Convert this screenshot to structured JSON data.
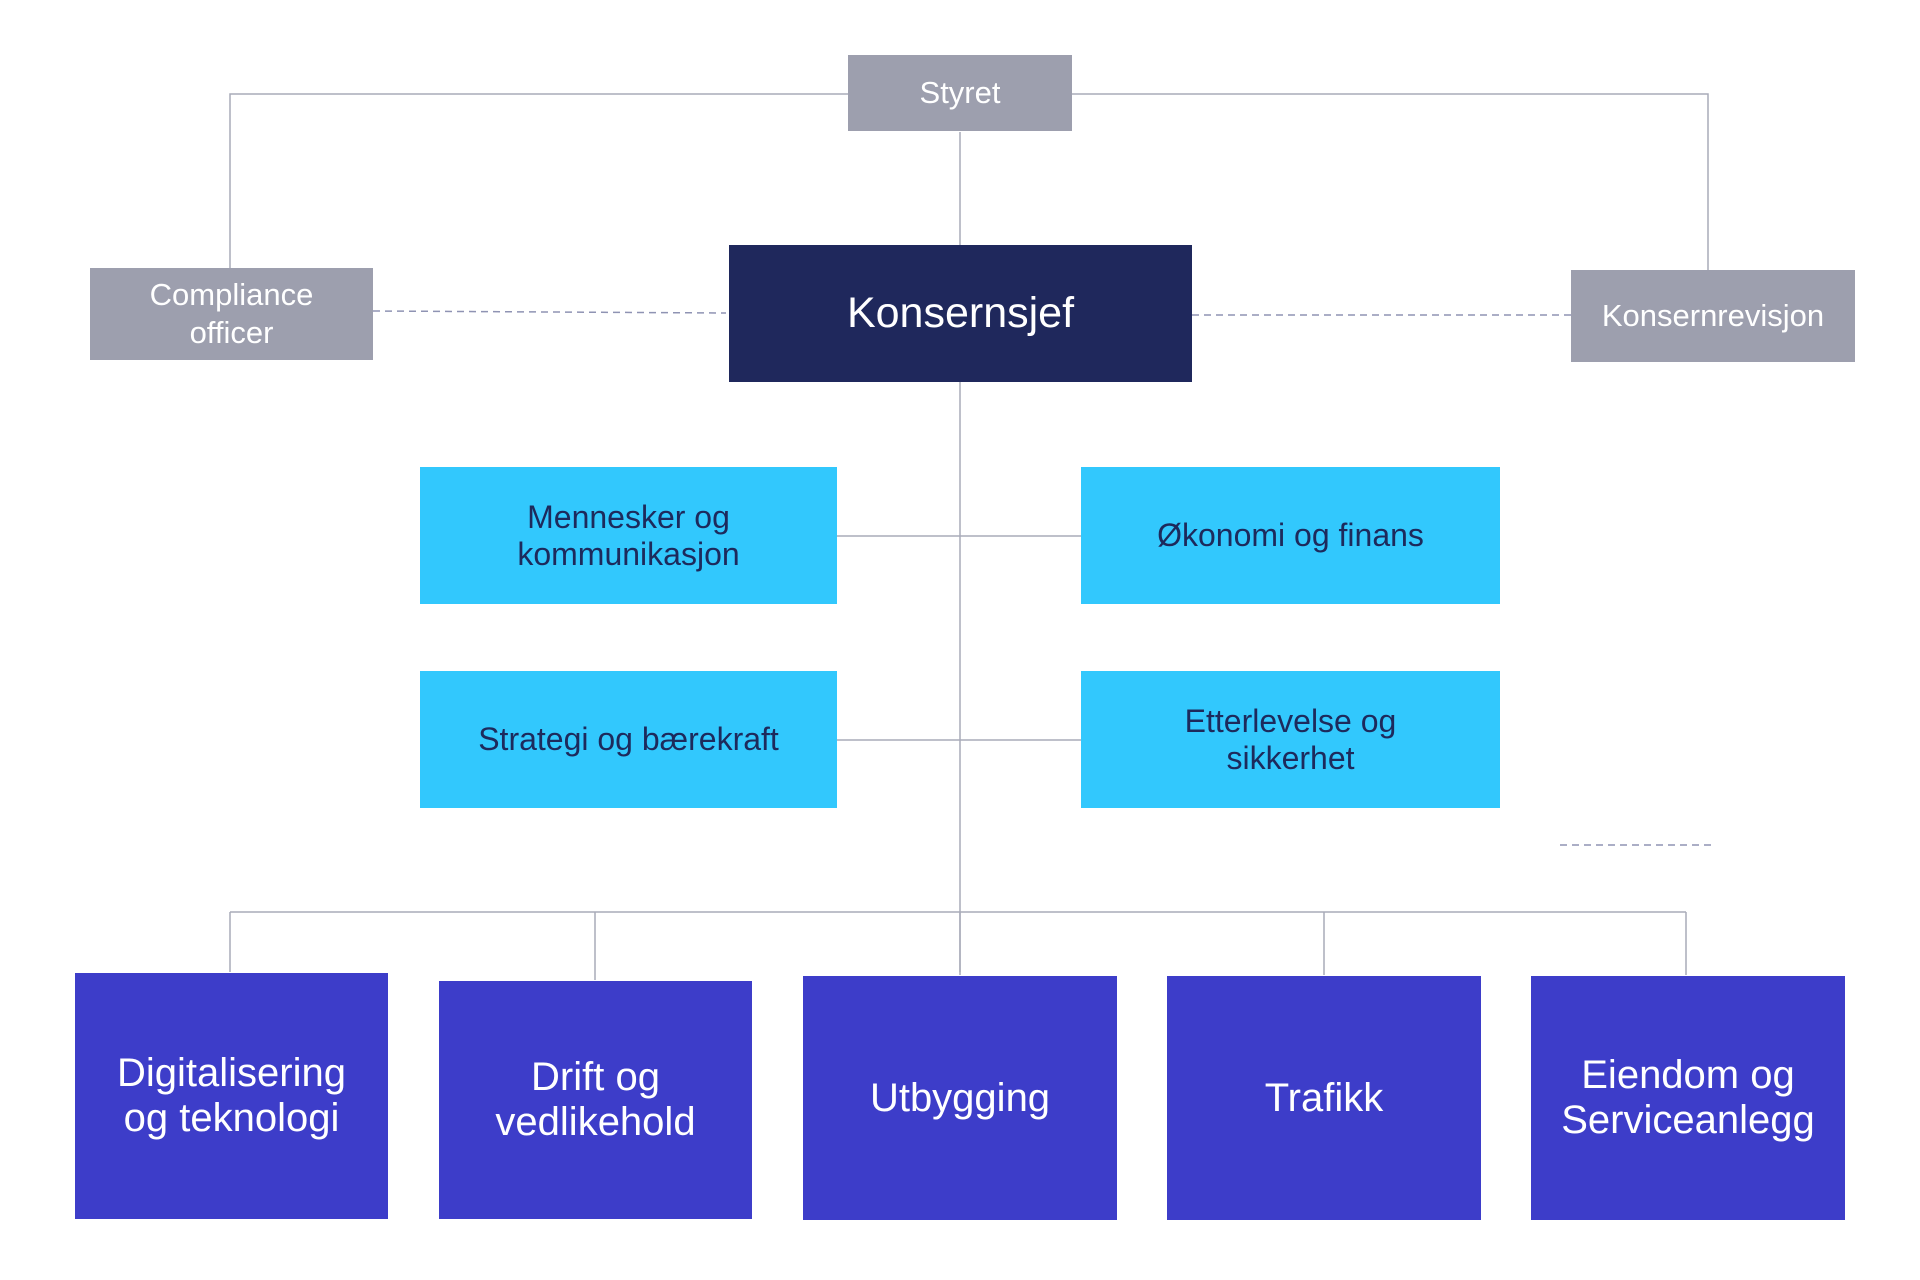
{
  "chart": {
    "board": "Styret",
    "ceo": "Konsernsjef",
    "compliance": "Compliance\nofficer",
    "audit": "Konsernrevisjon",
    "staff": [
      "Mennesker og\nkommunikasjon",
      "Økonomi og finans",
      "Strategi og bærekraft",
      "Etterlevelse og\nsikkerhet"
    ],
    "divisions": [
      "Digitalisering\nog teknologi",
      "Drift og\nvedlikehold",
      "Utbygging",
      "Trafikk",
      "Eiendom og\nServiceanlegg"
    ]
  },
  "colors": {
    "gray_box": "#9d9fae",
    "ceo_box": "#1f285c",
    "staff_box": "#32c8fd",
    "division_box": "#3d3dc9",
    "connector": "#a9abb9",
    "dashed": "#8f93b3"
  }
}
